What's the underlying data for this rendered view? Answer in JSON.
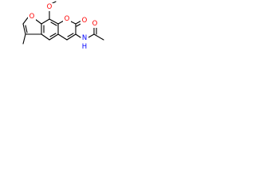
{
  "structure": {
    "atoms": {
      "methoxy_o": "O",
      "furan_o": "O",
      "ring_o": "O",
      "carbonyl_o": "O",
      "amide_n": "N",
      "amide_h": "H",
      "acetyl_o": "O"
    },
    "colors": {
      "oxygen": "#ff0000",
      "nitrogen": "#0000ff",
      "bond": "#000000"
    }
  }
}
